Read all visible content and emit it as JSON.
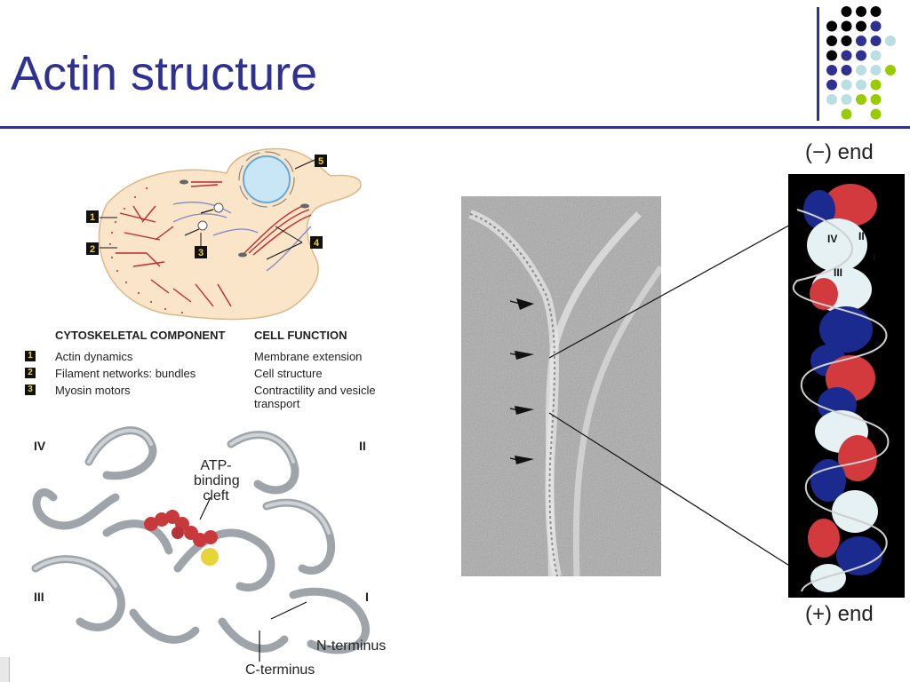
{
  "slide": {
    "title": "Actin structure"
  },
  "cell_diagram": {
    "badges": [
      "1",
      "2",
      "3",
      "4",
      "5"
    ]
  },
  "legend": {
    "header_component": "CYTOSKELETAL COMPONENT",
    "header_function": "CELL FUNCTION",
    "rows": [
      {
        "badge": "1",
        "component": "Actin dynamics",
        "function": "Membrane extension"
      },
      {
        "badge": "2",
        "component": "Filament networks: bundles",
        "function": "Cell structure"
      },
      {
        "badge": "3",
        "component": "Myosin motors",
        "function": "Contractility and vesicle transport"
      }
    ]
  },
  "ribbon": {
    "labels": {
      "iv": "IV",
      "ii": "II",
      "iii": "III",
      "i": "I",
      "atp": "ATP-",
      "atp2": "binding",
      "atp3": "cleft",
      "n_term": "N-terminus",
      "c_term": "C-terminus"
    }
  },
  "helix": {
    "minus_end": "(−) end",
    "plus_end": "(+) end",
    "labels": {
      "iv": "IV",
      "ii": "II",
      "iii": "III",
      "i": "I"
    }
  },
  "colors": {
    "accent": "#2e3192",
    "cell_fill": "#fbe5c8",
    "filament_red": "#c0282d",
    "protein_red": "#d33a3e",
    "protein_blue": "#1b2a8f",
    "dot_black": "#000000",
    "dot_navy": "#2e3192",
    "dot_light_blue": "#b9dfe3",
    "dot_green": "#99cc00"
  }
}
